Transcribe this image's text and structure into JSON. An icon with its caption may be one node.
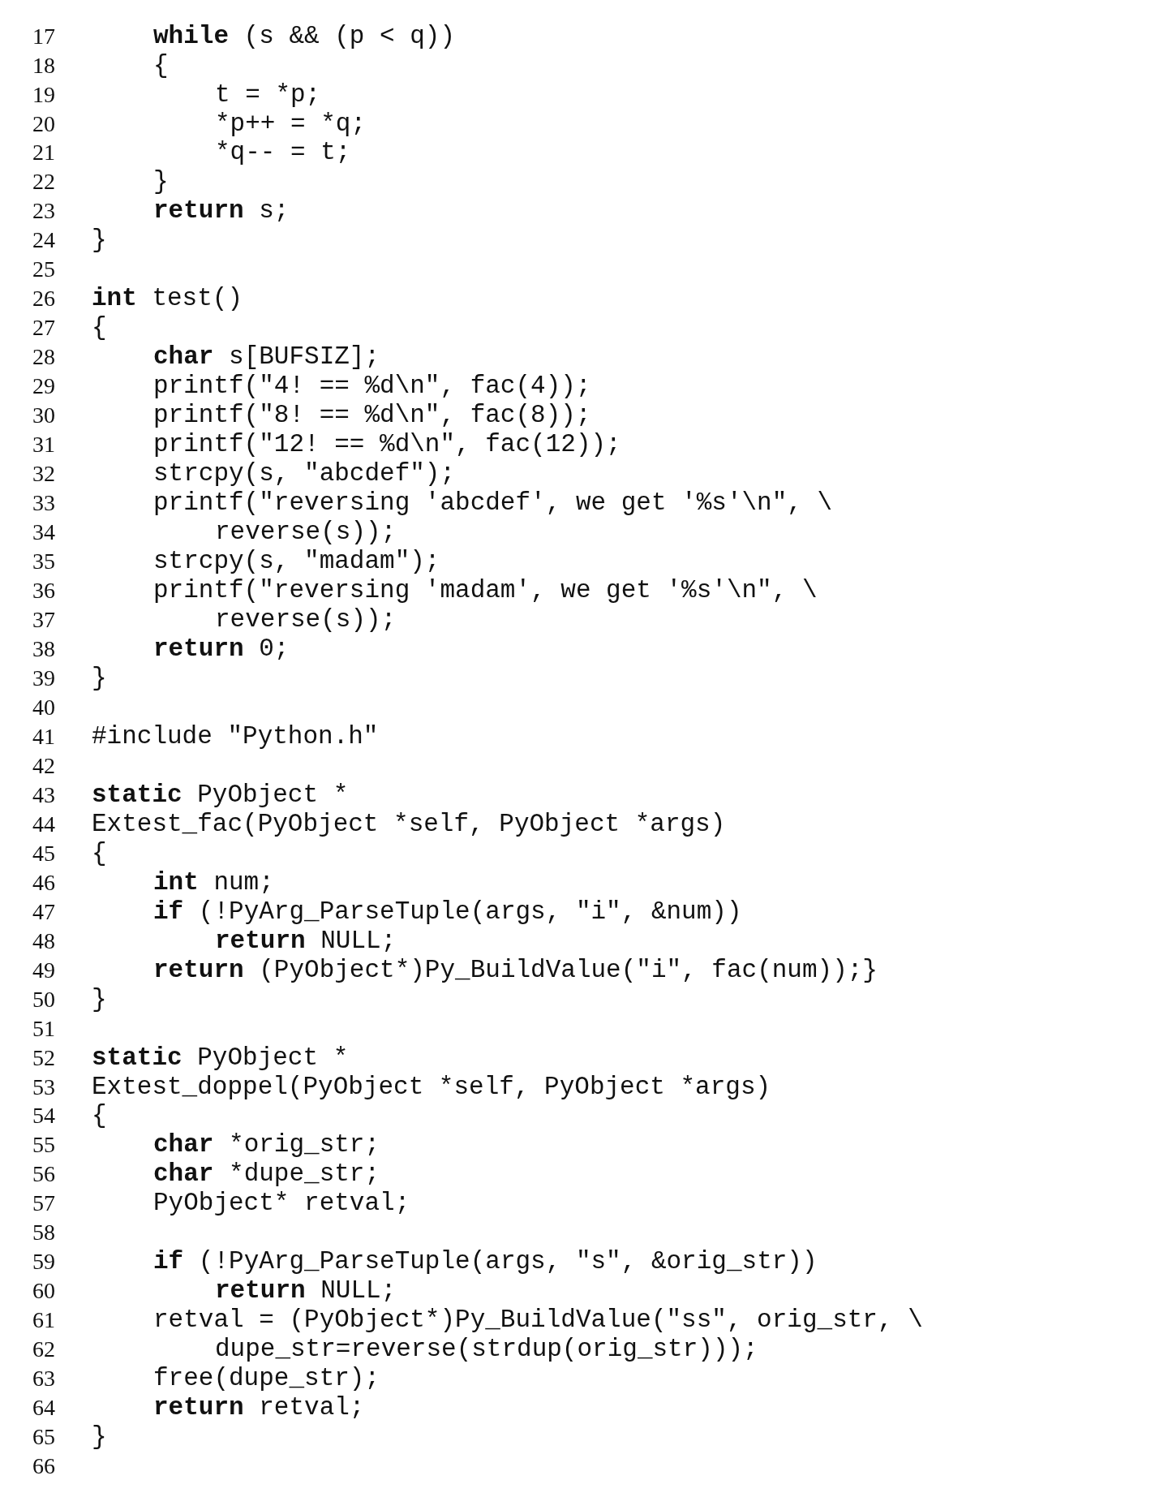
{
  "diagram": {
    "labels": [
      "17",
      "while (s && (p < q))",
      "18",
      "{",
      "19",
      "t = *p;",
      "20",
      "*p++ = *q;",
      "21",
      "*q-- = t;",
      "22",
      "}",
      "23",
      "return s;",
      "24",
      "}",
      "25",
      "26",
      "int test()",
      "27",
      "{",
      "28",
      "char s[BUFSIZ];",
      "29",
      "printf(\"4! == %d\\n\", fac(4));",
      "30",
      "printf(\"8! == %d\\n\", fac(8));",
      "31",
      "printf(\"12! == %d\\n\", fac(12));",
      "32",
      "strcpy(s, \"abcdef\");",
      "33",
      "printf(\"reversing 'abcdef', we get '%s'\\n\", \\",
      "34",
      "reverse(s));",
      "35",
      "strcpy(s, \"madam\");",
      "36",
      "printf(\"reversing 'madam', we get '%s'\\n\", \\",
      "37",
      "reverse(s));",
      "38",
      "return 0;",
      "39",
      "}",
      "40",
      "41",
      "#include \"Python.h\"",
      "42",
      "43",
      "static PyObject *",
      "44",
      "Extest_fac(PyObject *self, PyObject *args)",
      "45",
      "{",
      "46",
      "int num;",
      "47",
      "if (!PyArg_ParseTuple(args, \"i\", &num))",
      "48",
      "return NULL;",
      "49",
      "return (PyObject*)Py_BuildValue(\"i\", fac(num));}",
      "50",
      "}",
      "51",
      "52",
      "static PyObject *",
      "53",
      "Extest_doppel(PyObject *self, PyObject *args)",
      "54",
      "{",
      "55",
      "char *orig_str;",
      "56",
      "char *dupe_str;",
      "57",
      "PyObject* retval;",
      "58",
      "59",
      "if (!PyArg_ParseTuple(args, \"s\", &orig_str))",
      "60",
      "return NULL;",
      "61",
      "retval = (PyObject*)Py_BuildValue(\"ss\", orig_str, \\",
      "62",
      "dupe_str=reverse(strdup(orig_str)));",
      "63",
      "free(dupe_str);",
      "64",
      "return retval;",
      "65",
      "}",
      "66"
    ]
  }
}
